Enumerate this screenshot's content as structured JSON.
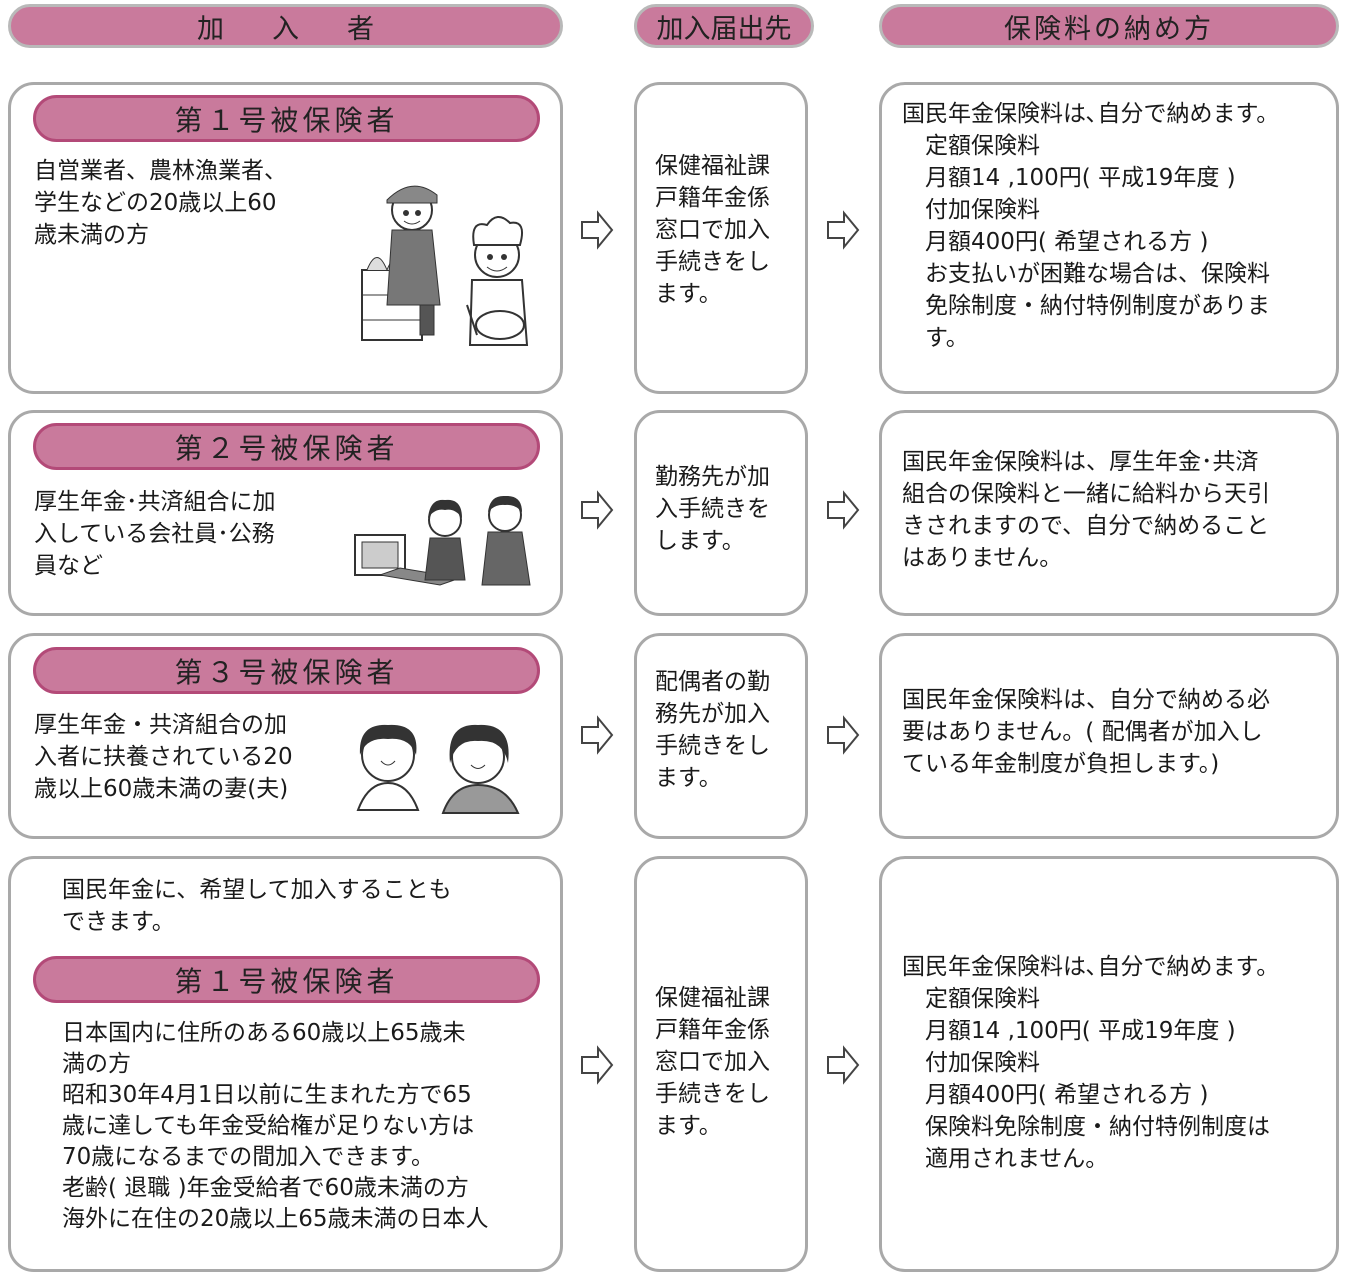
{
  "headers": {
    "subscribers": "加入者",
    "office": "加入届出先",
    "payment": "保険料の納め方"
  },
  "rows": [
    {
      "category": "第１号被保険者",
      "description": "自営業者、農林漁業者、\n学生などの20歳以上60\n歳未満の方",
      "office": "保健福祉課\n戸籍年金係\n窓口で加入\n手続きをし\nます。",
      "payment": "国民年金保険料は､自分で納めます。\n　定額保険料\n　月額14 ,100円( 平成19年度 )\n　付加保険料\n　月額400円( 希望される方 )\n　お支払いが困難な場合は、保険料\n　免除制度・納付特例制度がありま\n　す。",
      "illustration": "self-employed-workers-illustration"
    },
    {
      "category": "第２号被保険者",
      "description": "厚生年金･共済組合に加\n入している会社員･公務\n員など",
      "office": "勤務先が加\n入手続きを\nします。",
      "payment": "国民年金保険料は、厚生年金･共済\n組合の保険料と一緒に給料から天引\nきされますので、自分で納めること\nはありません。",
      "illustration": "office-workers-illustration"
    },
    {
      "category": "第３号被保険者",
      "description": "厚生年金・共済組合の加\n入者に扶養されている20\n歳以上60歳未満の妻(夫)",
      "office": "配偶者の勤\n務先が加入\n手続きをし\nます。",
      "payment": "国民年金保険料は、自分で納める必\n要はありません。( 配偶者が加入し\nている年金制度が負担します。)",
      "illustration": "spouses-illustration"
    },
    {
      "intro": "国民年金に、希望して加入することも\nできます。",
      "category": "第１号被保険者",
      "description": "日本国内に住所のある60歳以上65歳未\n満の方\n昭和30年4月1日以前に生まれた方で65\n歳に達しても年金受給権が足りない方は\n70歳になるまでの間加入できます。\n老齢( 退職 )年金受給者で60歳未満の方\n海外に在住の20歳以上65歳未満の日本人",
      "office": "保健福祉課\n戸籍年金係\n窓口で加入\n手続きをし\nます。",
      "payment": "国民年金保険料は､自分で納めます。\n　定額保険料\n　月額14 ,100円( 平成19年度 )\n　付加保険料\n　月額400円( 希望される方 )\n　保険料免除制度・納付特例制度は\n　適用されません。"
    }
  ],
  "colors": {
    "pill": "#c97a9c",
    "pill_border": "#b34a78",
    "box_border": "#a9a9a9"
  }
}
